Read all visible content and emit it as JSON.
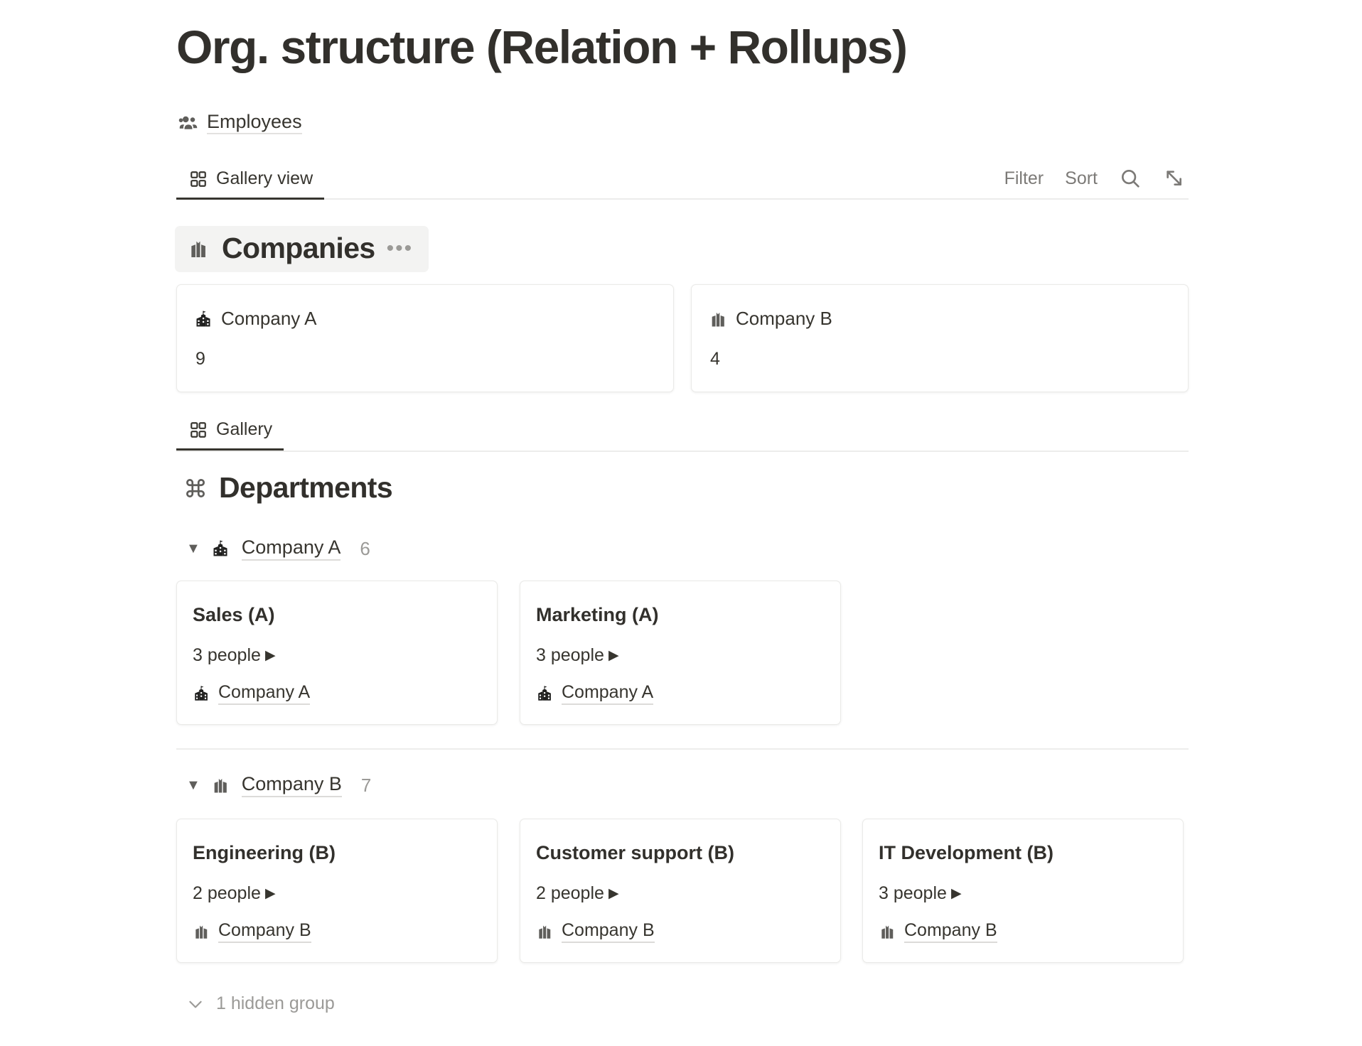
{
  "page": {
    "title": "Org. structure (Relation + Rollups)",
    "breadcrumb": {
      "label": "Employees",
      "icon": "people-icon"
    }
  },
  "viewbar": {
    "tab": {
      "label": "Gallery view",
      "icon": "gallery-grid-icon",
      "active": true
    },
    "filter_label": "Filter",
    "sort_label": "Sort",
    "search_icon": "search-icon",
    "expand_icon": "expand-arrows-icon"
  },
  "companies_section": {
    "icon": "city-buildings-icon",
    "title": "Companies",
    "more_label": "•••",
    "cards": [
      {
        "icon": "school-building-icon",
        "title": "Company A",
        "value": "9"
      },
      {
        "icon": "city-buildings-icon",
        "title": "Company B",
        "value": "4"
      }
    ]
  },
  "departments_section": {
    "gallery_tab": {
      "label": "Gallery",
      "icon": "gallery-grid-icon",
      "active": true
    },
    "icon": "command-loop-icon",
    "title": "Departments",
    "groups": [
      {
        "icon": "school-building-icon",
        "name": "Company A",
        "count": "6",
        "collapse_icon": "triangle-down-icon",
        "cards": [
          {
            "title": "Sales (A)",
            "people": "3 people",
            "people_arrow": "▶",
            "relation_icon": "school-building-icon",
            "relation": "Company A"
          },
          {
            "title": "Marketing (A)",
            "people": "3 people",
            "people_arrow": "▶",
            "relation_icon": "school-building-icon",
            "relation": "Company A"
          }
        ]
      },
      {
        "icon": "city-buildings-icon",
        "name": "Company B",
        "count": "7",
        "collapse_icon": "triangle-down-icon",
        "cards": [
          {
            "title": "Engineering (B)",
            "people": "2 people",
            "people_arrow": "▶",
            "relation_icon": "city-buildings-icon",
            "relation": "Company B"
          },
          {
            "title": "Customer support (B)",
            "people": "2 people",
            "people_arrow": "▶",
            "relation_icon": "city-buildings-icon",
            "relation": "Company B"
          },
          {
            "title": "IT Development (B)",
            "people": "3 people",
            "people_arrow": "▶",
            "relation_icon": "city-buildings-icon",
            "relation": "Company B"
          }
        ]
      }
    ],
    "hidden_group": {
      "label": "1 hidden group",
      "icon": "chevron-down-icon"
    }
  },
  "colors": {
    "text": "#37352f",
    "muted": "#9b9a97",
    "card_border": "#eaeae8",
    "highlight_bg": "#f3f3f2",
    "active_underline": "#37352f"
  }
}
